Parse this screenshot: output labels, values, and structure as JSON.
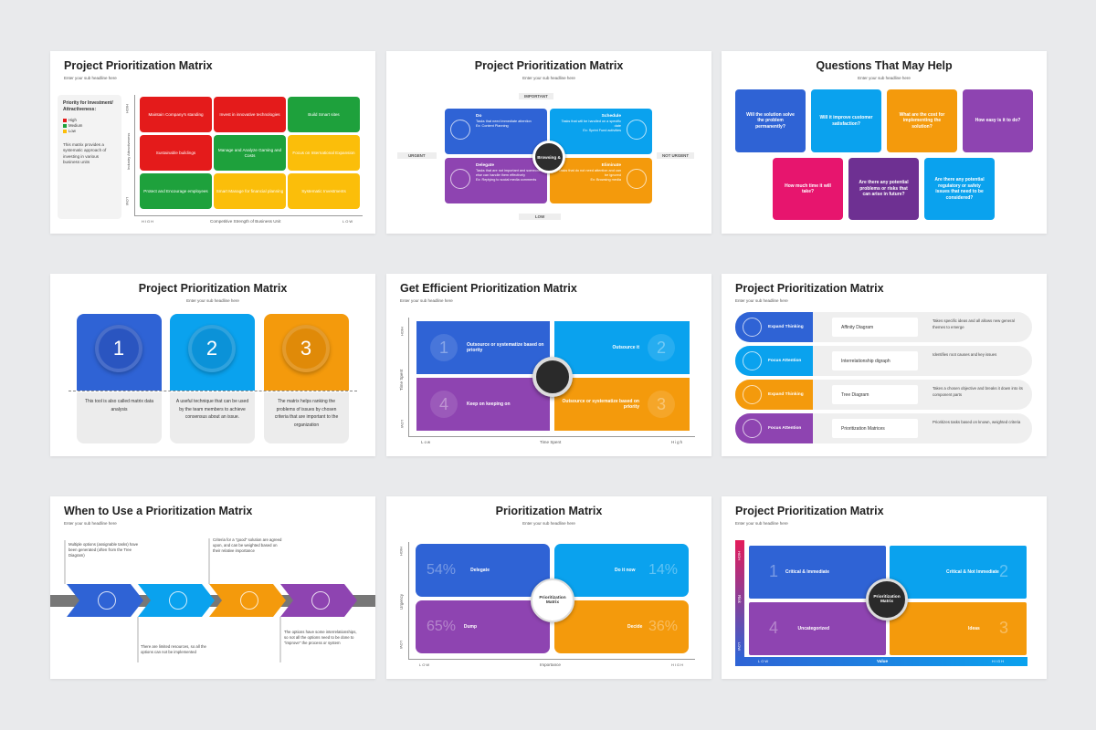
{
  "common_sub": "Enter your sub headline here",
  "s1": {
    "title": "Project Prioritization Matrix",
    "side_title": "Priority for Investment/ Attractiveness:",
    "legend": [
      "High",
      "Medium",
      "Low"
    ],
    "side_text": "This matrix provides a systematic approach of investing in various business units",
    "y_high": "HIGH",
    "y_low": "LOW",
    "y_axis": "Industry Attractiveness",
    "x_high": "HIGH",
    "x_low": "LOW",
    "x_axis": "Competitive Strength of Business Unit",
    "cells": [
      "Maintain Company's standing",
      "Invest in innovative technologies",
      "Build Smart sites",
      "Sustainable buildings",
      "Manage and Analyze Gaming and Costs",
      "Focus on International Expansion",
      "Protect and Encourage employees",
      "Smart Manage for financial planning",
      "Systematic Investments"
    ]
  },
  "s2": {
    "title": "Project Prioritization Matrix",
    "top": "IMPORTANT",
    "bottom": "LOW",
    "left": "URGENT",
    "right": "NOT URGENT",
    "center": "Browsing &",
    "q": [
      {
        "head": "Do",
        "text": "Tasks that need immediate attention",
        "ex": "Ex: Content Planning"
      },
      {
        "head": "Schedule",
        "text": "Tasks that will be handled on a specific date",
        "ex": "Ex: Sprint Fund activities"
      },
      {
        "head": "Delegate",
        "text": "Tasks that are not important and someone else can handle them effectively",
        "ex": "Ex: Replying to social media comments"
      },
      {
        "head": "Eliminate",
        "text": "Tasks that do not need attention and can be ignored",
        "ex": "Ex: Browsing media"
      }
    ]
  },
  "s3": {
    "title": "Questions That May Help",
    "cards": [
      "Will the solution solve the problem permanently?",
      "Will it improve customer satisfaction?",
      "What are the cost for implementing the solution?",
      "How easy is it to do?",
      "How much time it will take?",
      "Are there any potential problems or risks that can arise in future?",
      "Are there any potential regulatory or safety issues that need to be considered?"
    ]
  },
  "s4": {
    "title": "Project Prioritization Matrix",
    "nums": [
      "1",
      "2",
      "3"
    ],
    "texts": [
      "This tool is also called matrix data analysis",
      "A useful technique that can be used by the team members to achieve consensus about an issue.",
      "The matrix helps ranking the problems of issues by chosen criteria that are important to the organization"
    ]
  },
  "s5": {
    "title": "Get Efficient Prioritization Matrix",
    "y_high": "HIGH",
    "y_low": "LOW",
    "y_axis": "Time Spent",
    "x_low": "Low",
    "x_high": "High",
    "x_axis": "Time Spent",
    "q": [
      {
        "num": "1",
        "text": "Outsource or systematize based on priority"
      },
      {
        "num": "2",
        "text": "Outsource it"
      },
      {
        "num": "4",
        "text": "Keep on keeping on"
      },
      {
        "num": "3",
        "text": "Outsource or systematize based on priority"
      }
    ]
  },
  "s6": {
    "title": "Project Prioritization Matrix",
    "rows": [
      {
        "tag": "Expand Thinking",
        "tool": "Affinity Diagram",
        "desc": "Takes specific ideas and all allows new general themes to emerge"
      },
      {
        "tag": "Focus Attention",
        "tool": "Interrelationship digraph",
        "desc": "Identifies root causes and key issues"
      },
      {
        "tag": "Expand Thinking",
        "tool": "Tree Diagram",
        "desc": "Takes a chosen objective and breaks it down into its component parts"
      },
      {
        "tag": "Focus Attention",
        "tool": "Prioritization Matrices",
        "desc": "Prioritizes tasks based on known, weighted criteria"
      }
    ]
  },
  "s7": {
    "title": "When to Use a Prioritization Matrix",
    "top_notes": [
      "Multiple options (assignable tasks) have been generated (often from the Tree Diagram)",
      "Criteria for a \"good\" solution are agreed upon, and can be weighted based on their relative importance"
    ],
    "bottom_notes": [
      "There are limited resources, so all the options can not be implemented",
      "The options have some interrelationships, so not all the options need to be done to \"improve\" the process or system"
    ]
  },
  "s8": {
    "title": "Prioritization Matrix",
    "y_high": "HIGH",
    "y_low": "LOW",
    "y_axis": "Urgency",
    "x_low": "LOW",
    "x_high": "HIGH",
    "x_axis": "Importance",
    "center": "Prioritization Matrix",
    "q": [
      {
        "pct": "54%",
        "label": "Delegate"
      },
      {
        "pct": "14%",
        "label": "Do it now"
      },
      {
        "pct": "65%",
        "label": "Dump"
      },
      {
        "pct": "36%",
        "label": "Decide"
      }
    ]
  },
  "s9": {
    "title": "Project Prioritization Matrix",
    "y_high": "HIGH",
    "y_low": "LOW",
    "y_mid": "Risk",
    "x_low": "LOW",
    "x_high": "HIGH",
    "x_mid": "Value",
    "center": "Prioritization Matrix",
    "q": [
      {
        "num": "1",
        "label": "Critical & Immediate"
      },
      {
        "num": "2",
        "label": "Critical & Not Immediate"
      },
      {
        "num": "4",
        "label": "Uncategorized"
      },
      {
        "num": "3",
        "label": "Ideas"
      }
    ]
  }
}
